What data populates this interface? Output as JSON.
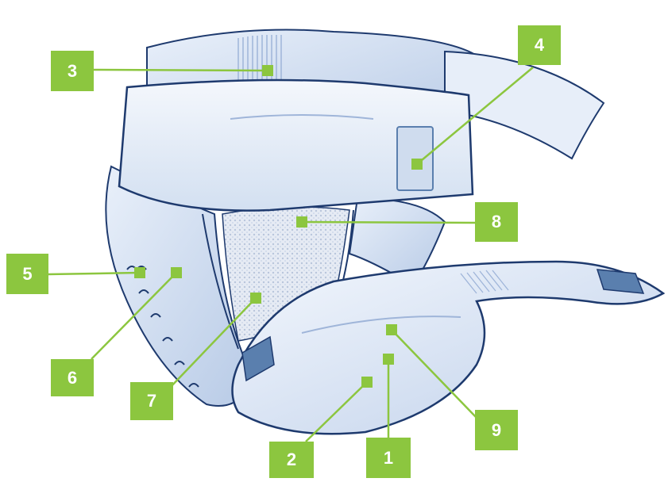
{
  "diagram": {
    "subject": "adult incontinence brief with waist belt",
    "accent_color": "#8cc63f",
    "colors": {
      "outline": "#1e3a6e",
      "body_light": "#eef3fb",
      "body_mid": "#c9d8ee",
      "body_shadow": "#9fb5d9",
      "fastener": "#5a7fae",
      "core": "#dfe6f2"
    },
    "callouts": [
      {
        "id": "1",
        "label": "1"
      },
      {
        "id": "2",
        "label": "2"
      },
      {
        "id": "3",
        "label": "3"
      },
      {
        "id": "4",
        "label": "4"
      },
      {
        "id": "5",
        "label": "5"
      },
      {
        "id": "6",
        "label": "6"
      },
      {
        "id": "7",
        "label": "7"
      },
      {
        "id": "8",
        "label": "8"
      },
      {
        "id": "9",
        "label": "9"
      }
    ]
  }
}
